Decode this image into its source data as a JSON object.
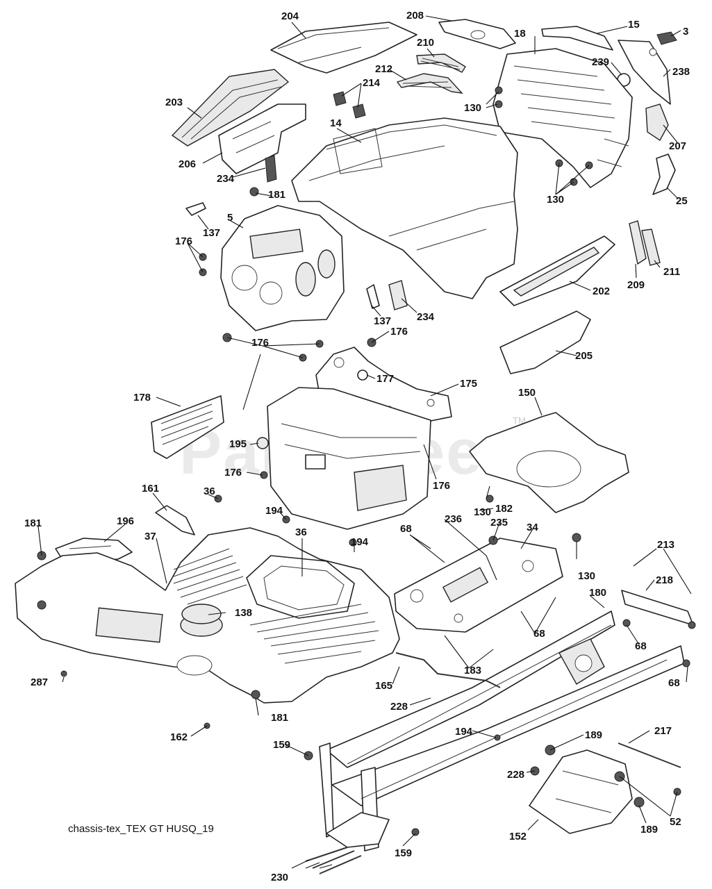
{
  "watermark": {
    "text": "PartsTree",
    "trademark": "TM"
  },
  "caption": "chassis-tex_TEX GT HUSQ_19",
  "callouts": {
    "c204": "204",
    "c208": "208",
    "c15": "15",
    "c3": "3",
    "c18": "18",
    "c210": "210",
    "c212": "212",
    "c214": "214",
    "c239": "239",
    "c238": "238",
    "c203": "203",
    "c130a": "130",
    "c207": "207",
    "c14": "14",
    "c206": "206",
    "c234a": "234",
    "c130b": "130",
    "c25": "25",
    "c181a": "181",
    "c5": "5",
    "c137a": "137",
    "c176a": "176",
    "c209": "209",
    "c211": "211",
    "c202": "202",
    "c137b": "137",
    "c234b": "234",
    "c176b": "176",
    "c176c": "176",
    "c205": "205",
    "c177": "177",
    "c175": "175",
    "c150": "150",
    "c178": "178",
    "c195": "195",
    "c176d": "176",
    "c176e": "176",
    "c182": "182",
    "c130c": "130",
    "c161": "161",
    "c36a": "36",
    "c194a": "194",
    "c36b": "36",
    "c235": "235",
    "c34": "34",
    "c181b": "181",
    "c196": "196",
    "c37": "37",
    "c68a": "68",
    "c236": "236",
    "c194b": "194",
    "c130d": "130",
    "c213": "213",
    "c138": "138",
    "c218": "218",
    "c180": "180",
    "c68b": "68",
    "c68c": "68",
    "c287": "287",
    "c165": "165",
    "c183": "183",
    "c68d": "68",
    "c228a": "228",
    "c181c": "181",
    "c162": "162",
    "c194c": "194",
    "c189a": "189",
    "c217": "217",
    "c159a": "159",
    "c228b": "228",
    "c52": "52",
    "c152": "152",
    "c189b": "189",
    "c159b": "159",
    "c230": "230"
  }
}
